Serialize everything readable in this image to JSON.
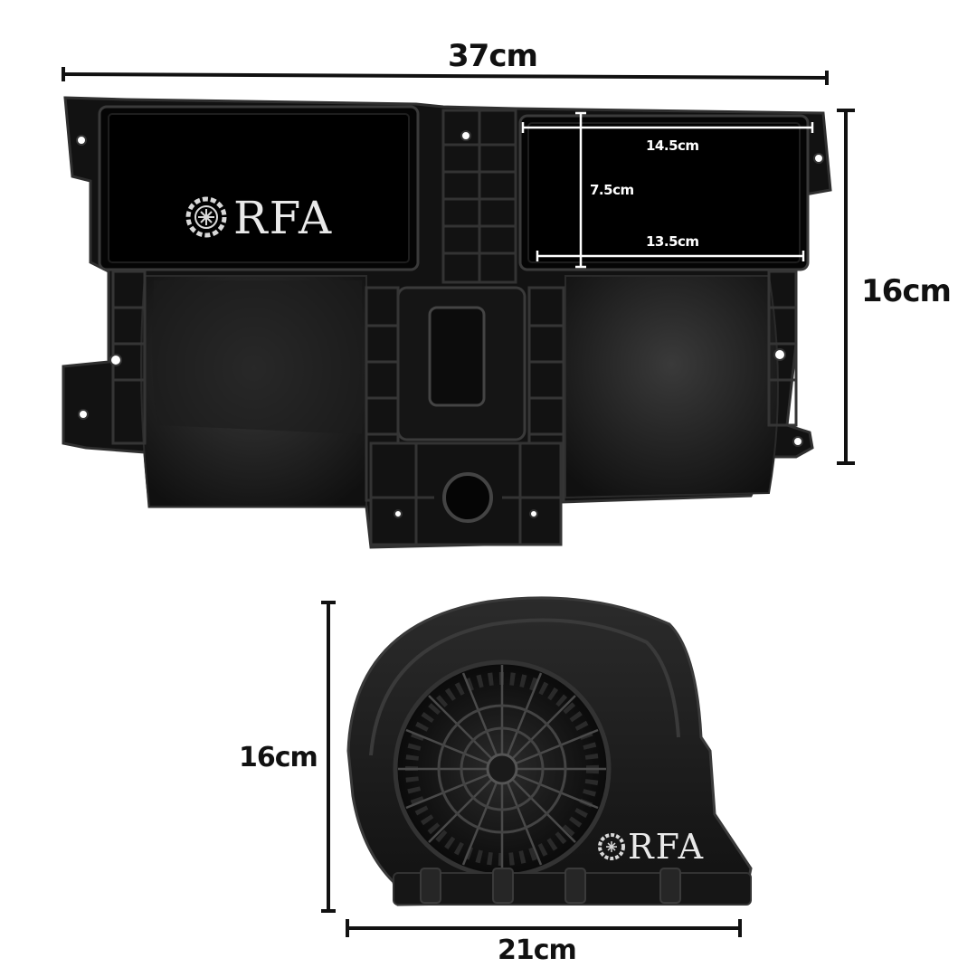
{
  "dimensions": {
    "top_width": "37cm",
    "top_height": "16cm",
    "inlet_width_top": "14.5cm",
    "inlet_height": "7.5cm",
    "inlet_width_bottom": "13.5cm",
    "blower_height": "16cm",
    "blower_width": "21cm"
  },
  "logo": {
    "text": "RFA"
  },
  "colors": {
    "plastic": "#141414",
    "plastic_edge": "#2a2a2a",
    "dim_line": "#111111",
    "background": "#ffffff"
  }
}
